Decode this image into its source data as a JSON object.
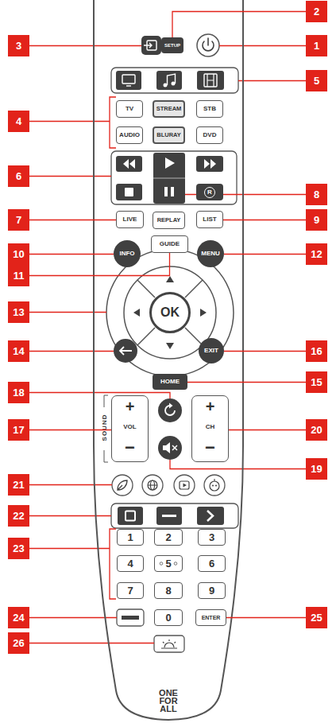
{
  "diagram": {
    "nodes": [
      {
        "text": [
          "ONE FOR ALL"
        ]
      },
      {
        "text": [
          "SETUP"
        ],
        "in": 0
      },
      {
        "text": [
          "TV"
        ],
        "in": 0
      },
      {
        "text": [
          "STREAM"
        ],
        "in": 0
      },
      {
        "text": [
          "STB"
        ],
        "in": 0
      },
      {
        "text": [
          "AUDIO"
        ],
        "in": 0
      },
      {
        "text": [
          "BLURAY"
        ],
        "in": 0
      },
      {
        "text": [
          "DVD"
        ],
        "in": 0
      },
      {
        "text": [
          "R"
        ],
        "in": 0
      },
      {
        "text": [
          "LIVE"
        ],
        "in": 0
      },
      {
        "text": [
          "REPLAY"
        ],
        "in": 0
      },
      {
        "text": [
          "LIST"
        ],
        "in": 0
      },
      {
        "text": [
          "INFO"
        ],
        "in": 0
      },
      {
        "text": [
          "GUIDE"
        ],
        "in": 0
      },
      {
        "text": [
          "MENU"
        ],
        "in": 0
      },
      {
        "text": [
          "OK"
        ],
        "in": 0
      },
      {
        "text": [
          "HOME"
        ],
        "in": 0
      },
      {
        "text": [
          "EXIT"
        ],
        "in": 0
      },
      {
        "text": [
          "+",
          "VOL",
          "−"
        ],
        "in": 0
      },
      {
        "text": [
          "+",
          "CH",
          "−"
        ],
        "in": 0
      },
      {
        "text": [
          "1"
        ],
        "in": 0
      },
      {
        "text": [
          "2"
        ],
        "in": 0
      },
      {
        "text": [
          "3"
        ],
        "in": 0
      },
      {
        "text": [
          "4"
        ],
        "in": 0
      },
      {
        "text": [
          "5"
        ],
        "in": 0
      },
      {
        "text": [
          "6"
        ],
        "in": 0
      },
      {
        "text": [
          "7"
        ],
        "in": 0
      },
      {
        "text": [
          "8"
        ],
        "in": 0
      },
      {
        "text": [
          "9"
        ],
        "in": 0
      },
      {
        "text": [
          "0"
        ],
        "in": 0
      },
      {
        "text": [
          "ENTER"
        ],
        "in": 0
      },
      {
        "text": [
          "1"
        ]
      },
      {
        "text": [
          "2"
        ]
      },
      {
        "text": [
          "3"
        ]
      },
      {
        "text": [
          "4"
        ]
      },
      {
        "text": [
          "5"
        ]
      },
      {
        "text": [
          "6"
        ]
      },
      {
        "text": [
          "7"
        ]
      },
      {
        "text": [
          "8"
        ]
      },
      {
        "text": [
          "9"
        ]
      },
      {
        "text": [
          "10"
        ]
      },
      {
        "text": [
          "11"
        ]
      },
      {
        "text": [
          "12"
        ]
      },
      {
        "text": [
          "13"
        ]
      },
      {
        "text": [
          "14"
        ]
      },
      {
        "text": [
          "15"
        ]
      },
      {
        "text": [
          "16"
        ]
      },
      {
        "text": [
          "17"
        ]
      },
      {
        "text": [
          "18"
        ]
      },
      {
        "text": [
          "19"
        ]
      },
      {
        "text": [
          "20"
        ]
      },
      {
        "text": [
          "21"
        ]
      },
      {
        "text": [
          "22"
        ]
      },
      {
        "text": [
          "23"
        ]
      },
      {
        "text": [
          "24"
        ]
      },
      {
        "text": [
          "25"
        ]
      },
      {
        "text": [
          "26"
        ]
      }
    ],
    "edges": [
      {
        "from": 32,
        "to": 1,
        "arrow": "none"
      },
      {
        "from": 37,
        "to": 9,
        "arrow": "none"
      },
      {
        "from": 39,
        "to": 11,
        "arrow": "none"
      },
      {
        "from": 40,
        "to": 12,
        "arrow": "none"
      },
      {
        "from": 41,
        "to": 13,
        "arrow": "none"
      },
      {
        "from": 42,
        "to": 14,
        "arrow": "none"
      },
      {
        "from": 45,
        "to": 16,
        "arrow": "none"
      },
      {
        "from": 46,
        "to": 17,
        "arrow": "none"
      },
      {
        "from": 47,
        "to": 18,
        "arrow": "none"
      },
      {
        "from": 50,
        "to": 19,
        "arrow": "none"
      },
      {
        "from": 55,
        "to": 30,
        "arrow": "none"
      }
    ],
    "labels": [
      "SOUND"
    ]
  }
}
